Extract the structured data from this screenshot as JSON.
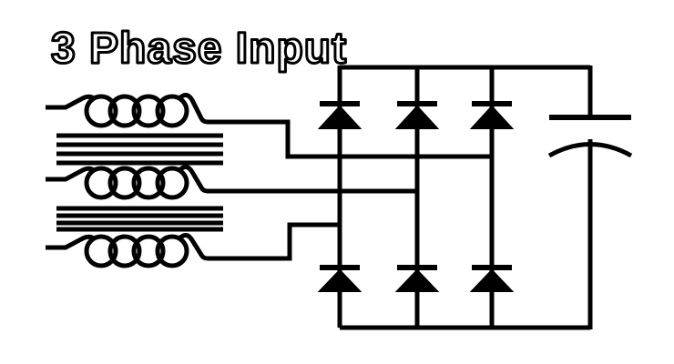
{
  "title": {
    "text": "3 Phase Input"
  },
  "colors": {
    "background": "#ffffff",
    "stroke": "#000000",
    "title_fill": "#ffffff",
    "title_outline": "#000000"
  },
  "diagram": {
    "type": "circuit-schematic",
    "windings": [
      {
        "name": "phase-1-winding",
        "loops": 4
      },
      {
        "name": "phase-2-winding",
        "loops": 4
      },
      {
        "name": "phase-3-winding",
        "loops": 4
      }
    ],
    "core_line_sets": [
      {
        "name": "core-lines-top",
        "lines": 4
      },
      {
        "name": "core-lines-bottom",
        "lines": 4
      }
    ],
    "diodes": [
      "top-diode-1",
      "top-diode-2",
      "top-diode-3",
      "bottom-diode-1",
      "bottom-diode-2",
      "bottom-diode-3"
    ],
    "capacitor": "smoothing-capacitor"
  }
}
